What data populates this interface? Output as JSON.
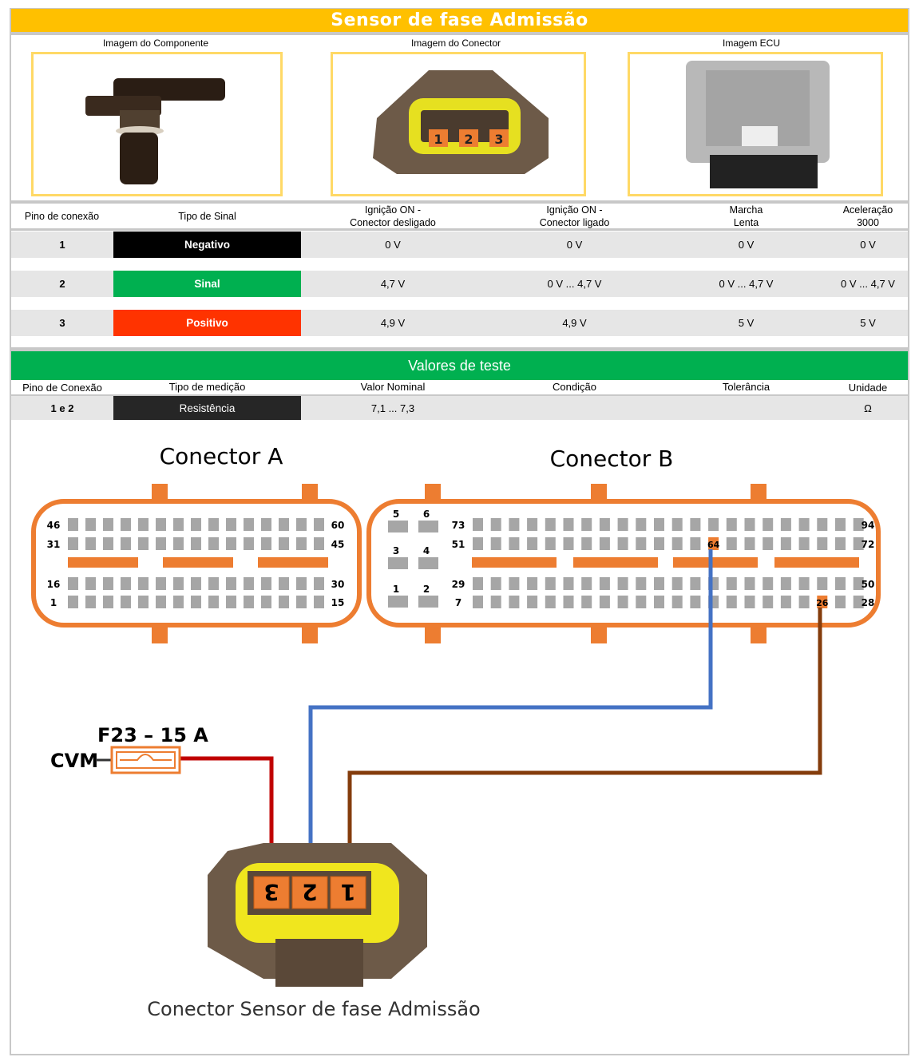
{
  "title": "Sensor de fase Admissão",
  "images": {
    "component": "Imagem do Componente",
    "connector": "Imagem do Conector",
    "ecu": "Imagem ECU"
  },
  "connector_photo_pins": [
    "1",
    "2",
    "3"
  ],
  "table": {
    "headers": [
      "Pino de conexão",
      "Tipo de Sinal",
      "Ignição ON -",
      "Conector desligado",
      "Ignição ON -",
      "Conector ligado",
      "Marcha",
      "Lenta",
      "Aceleração",
      "3000"
    ],
    "rows": [
      {
        "pin": "1",
        "signal": "Negativo",
        "color": "#000000",
        "values": [
          "0 V",
          "0 V",
          "0 V",
          "0 V"
        ]
      },
      {
        "pin": "2",
        "signal": "Sinal",
        "color": "#00b050",
        "values": [
          "4,7 V",
          "0 V ... 4,7 V",
          "0 V ... 4,7 V",
          "0 V ... 4,7 V"
        ]
      },
      {
        "pin": "3",
        "signal": "Positivo",
        "color": "#ff3300",
        "values": [
          "4,9 V",
          "4,9 V",
          "5 V",
          "5 V"
        ]
      }
    ]
  },
  "test": {
    "title": "Valores de teste",
    "headers": [
      "Pino de Conexão",
      "Tipo de medição",
      "Valor Nominal",
      "Condição",
      "Tolerância",
      "Unidade"
    ],
    "row": {
      "pin": "1 e 2",
      "type": "Resistência",
      "nominal": "7,1 ... 7,3",
      "condition": "",
      "tolerance": "",
      "unit": "Ω"
    }
  },
  "diagram": {
    "connector_a": {
      "title": "Conector A",
      "labels_left": [
        "46",
        "31",
        "16",
        "1"
      ],
      "labels_right": [
        "60",
        "45",
        "30",
        "15"
      ]
    },
    "connector_b": {
      "title": "Conector B",
      "labels_left": [
        "73",
        "51",
        "29",
        "7"
      ],
      "labels_right": [
        "94",
        "72",
        "50",
        "28"
      ],
      "small_pins": [
        "5",
        "6",
        "3",
        "4",
        "1",
        "2"
      ],
      "highlight": [
        "64",
        "26"
      ]
    },
    "fuse": "F23 – 15 A",
    "source": "CVM",
    "sensor_pins": [
      "3",
      "2",
      "1"
    ],
    "sensor_label": "Conector Sensor de fase Admissão",
    "wire_colors": {
      "positive": "#c00000",
      "signal": "#4472c4",
      "ground": "#843c0c"
    }
  }
}
